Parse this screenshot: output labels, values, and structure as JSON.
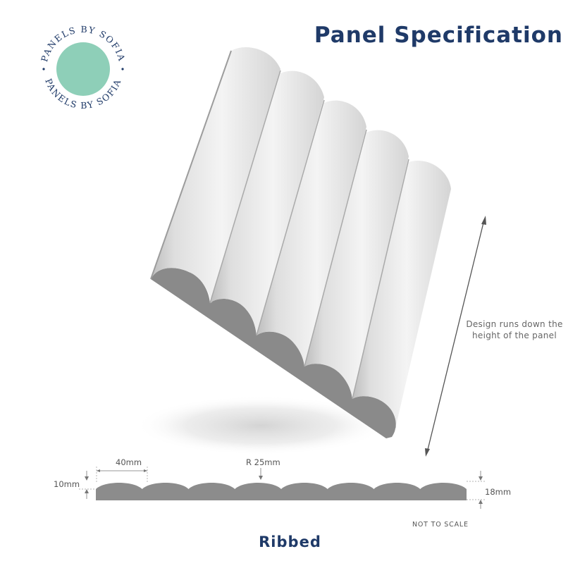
{
  "header": {
    "title": "Panel Specification"
  },
  "logo": {
    "text": "PANELS BY SOFIA",
    "disc_color": "#8ecfb8"
  },
  "note": {
    "line1": "Design runs down the",
    "line2": "height of the panel"
  },
  "profile": {
    "width_label": "40mm",
    "radius_label": "R 25mm",
    "depth_label": "10mm",
    "thickness_label": "18mm",
    "ribs": 8,
    "scale_note": "NOT TO SCALE"
  },
  "product": {
    "name": "Ribbed"
  },
  "colors": {
    "title": "#1f3a68",
    "profile": "#8c8c8c",
    "panel_face": "#e9e9e9",
    "panel_edge": "#7d7d7d"
  }
}
